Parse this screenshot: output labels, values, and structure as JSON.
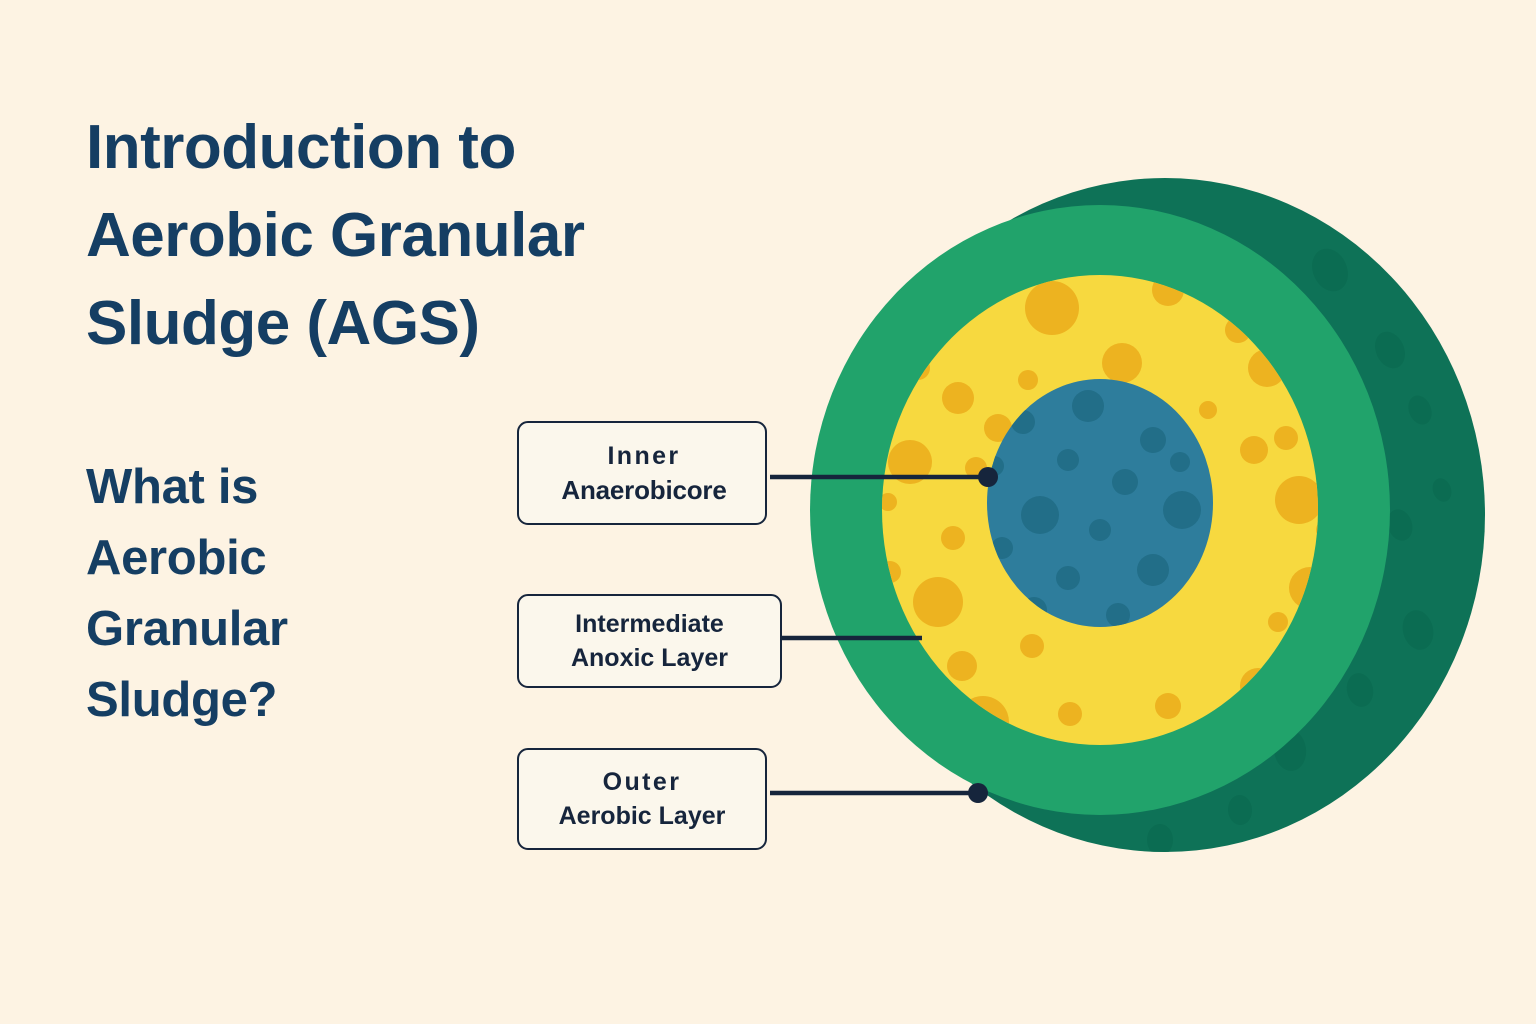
{
  "background_color": "#FDF3E3",
  "text_color": "#153E63",
  "heading": {
    "lines": [
      "Introduction to",
      "Aerobic Granular",
      "Sludge (AGS)"
    ]
  },
  "subheading": {
    "lines": [
      "What is",
      "Aerobic",
      "Granular",
      "Sludge?"
    ]
  },
  "labels": [
    {
      "id": "inner-anaerobic-core",
      "line1": "Inner",
      "line2": "Anaerobicore",
      "target": "blue-core"
    },
    {
      "id": "intermediate-anoxic-layer",
      "line1": "Intermediate",
      "line2": "Anoxic Layer",
      "target": "yellow-layer"
    },
    {
      "id": "outer-aerobic-layer",
      "line1": "Outer",
      "line2": "Aerobic Layer",
      "target": "green-ring"
    }
  ],
  "diagram": {
    "name": "aerobic-granular-sludge-cross-section",
    "layers": [
      {
        "name": "outer-shell-shadow",
        "color": "#0E7257",
        "label": "Outer Aerobic Layer (shaded back)"
      },
      {
        "name": "outer-aerobic-layer",
        "color": "#21A36B",
        "label": "Outer Aerobic Layer"
      },
      {
        "name": "intermediate-anoxic-layer",
        "color": "#F7D93F",
        "label": "Intermediate Anoxic Layer"
      },
      {
        "name": "inner-anaerobic-core",
        "color": "#2E7D9C",
        "label": "Inner Anaerobic Core"
      }
    ],
    "granule_dot_color": "#EDB320",
    "core_dot_color": "#226E88",
    "shell_dot_color": "#0A6A4F",
    "leader_color": "#16253C"
  }
}
